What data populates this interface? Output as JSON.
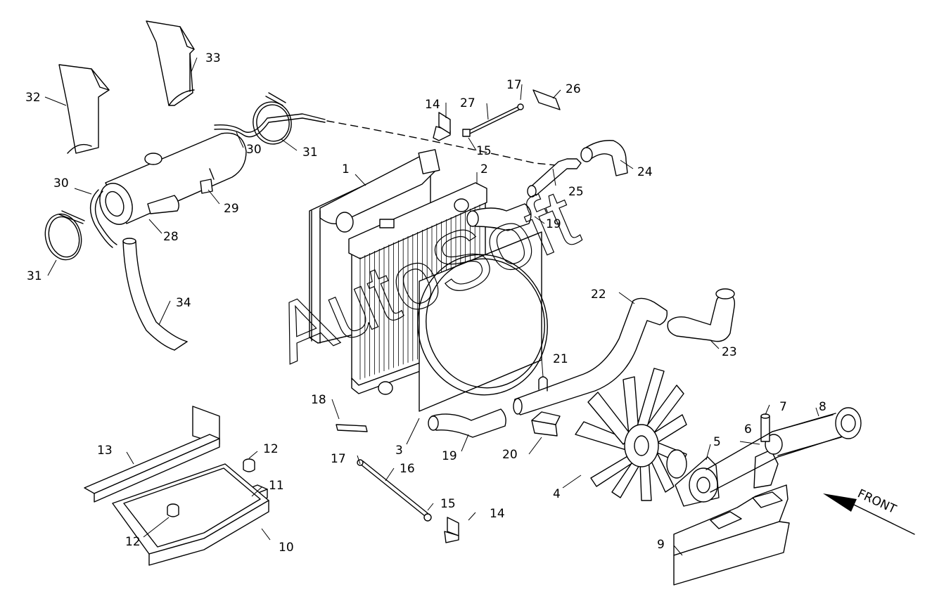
{
  "diagram": {
    "watermark": "AutoSoft",
    "direction_label": "FRONT",
    "callouts": [
      {
        "id": "c1",
        "text": "1"
      },
      {
        "id": "c2",
        "text": "2"
      },
      {
        "id": "c3",
        "text": "3"
      },
      {
        "id": "c4",
        "text": "4"
      },
      {
        "id": "c5",
        "text": "5"
      },
      {
        "id": "c6",
        "text": "6"
      },
      {
        "id": "c7",
        "text": "7"
      },
      {
        "id": "c8",
        "text": "8"
      },
      {
        "id": "c9",
        "text": "9"
      },
      {
        "id": "c10",
        "text": "10"
      },
      {
        "id": "c11",
        "text": "11"
      },
      {
        "id": "c12a",
        "text": "12"
      },
      {
        "id": "c12b",
        "text": "12"
      },
      {
        "id": "c13",
        "text": "13"
      },
      {
        "id": "c14a",
        "text": "14"
      },
      {
        "id": "c14b",
        "text": "14"
      },
      {
        "id": "c15a",
        "text": "15"
      },
      {
        "id": "c15b",
        "text": "15"
      },
      {
        "id": "c16",
        "text": "16"
      },
      {
        "id": "c17a",
        "text": "17"
      },
      {
        "id": "c17b",
        "text": "17"
      },
      {
        "id": "c18",
        "text": "18"
      },
      {
        "id": "c19a",
        "text": "19"
      },
      {
        "id": "c19b",
        "text": "19"
      },
      {
        "id": "c20",
        "text": "20"
      },
      {
        "id": "c21",
        "text": "21"
      },
      {
        "id": "c22",
        "text": "22"
      },
      {
        "id": "c23",
        "text": "23"
      },
      {
        "id": "c24",
        "text": "24"
      },
      {
        "id": "c25",
        "text": "25"
      },
      {
        "id": "c26",
        "text": "26"
      },
      {
        "id": "c27",
        "text": "27"
      },
      {
        "id": "c28",
        "text": "28"
      },
      {
        "id": "c29",
        "text": "29"
      },
      {
        "id": "c30a",
        "text": "30"
      },
      {
        "id": "c30b",
        "text": "30"
      },
      {
        "id": "c31a",
        "text": "31"
      },
      {
        "id": "c31b",
        "text": "31"
      },
      {
        "id": "c32",
        "text": "32"
      },
      {
        "id": "c33",
        "text": "33"
      },
      {
        "id": "c34",
        "text": "34"
      }
    ]
  }
}
